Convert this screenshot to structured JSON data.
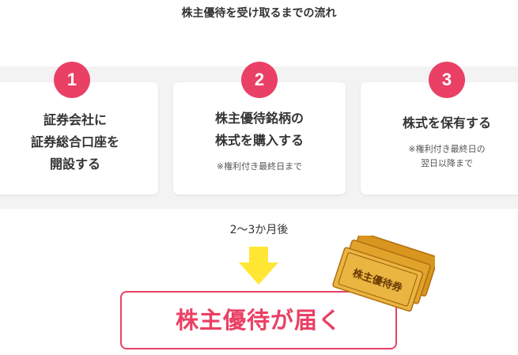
{
  "title": "株主優待を受け取るまでの流れ",
  "steps": [
    {
      "number": "1",
      "label": "証券会社に\n証券総合口座を\n開設する",
      "note": ""
    },
    {
      "number": "2",
      "label": "株主優待銘柄の\n株式を購入する",
      "note": "※権利付き最終日まで"
    },
    {
      "number": "3",
      "label": "株式を保有する",
      "note": "※権利付き最終日の\n翌日以降まで"
    }
  ],
  "delay_text": "2〜3か月後",
  "result_label": "株主優待が届く",
  "ticket_label": "株主優待券",
  "icons": {
    "arrow": "arrow-down-icon",
    "tickets": "voucher-tickets-icon"
  },
  "colors": {
    "accent": "#ea4065",
    "arrow": "#ffe733",
    "band": "#f3f3f3",
    "ticket": "#e8b23d"
  }
}
